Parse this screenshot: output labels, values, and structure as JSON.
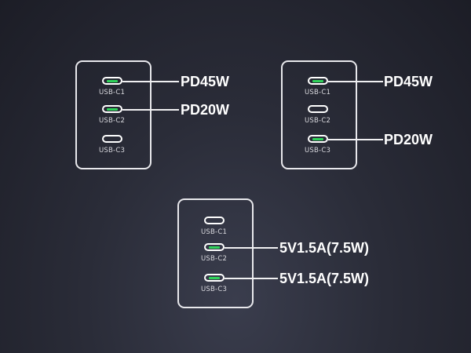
{
  "configs": [
    {
      "ports": [
        {
          "label": "USB-C1",
          "active": true
        },
        {
          "label": "USB-C2",
          "active": true
        },
        {
          "label": "USB-C3",
          "active": false
        }
      ],
      "outputs": [
        "PD45W",
        "PD20W"
      ]
    },
    {
      "ports": [
        {
          "label": "USB-C1",
          "active": true
        },
        {
          "label": "USB-C2",
          "active": false
        },
        {
          "label": "USB-C3",
          "active": true
        }
      ],
      "outputs": [
        "PD45W",
        "PD20W"
      ]
    },
    {
      "ports": [
        {
          "label": "USB-C1",
          "active": false
        },
        {
          "label": "USB-C2",
          "active": true
        },
        {
          "label": "USB-C3",
          "active": true
        }
      ],
      "outputs": [
        "5V1.5A(7.5W)",
        "5V1.5A(7.5W)"
      ]
    }
  ],
  "colors": {
    "active_port": "#2fd35a",
    "outline": "#e8e8ec"
  }
}
